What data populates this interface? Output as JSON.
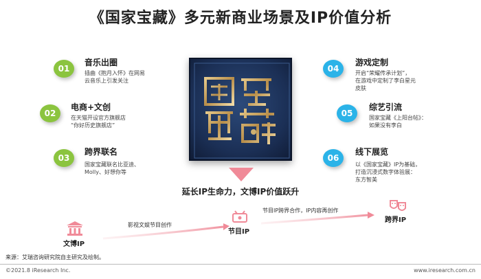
{
  "title": "《国家宝藏》多元新商业场景及IP价值分析",
  "left_items": [
    {
      "num": "01",
      "title": "音乐出圈",
      "desc": [
        "插曲《抱月入怀》在网易",
        "云音乐上引发关注"
      ]
    },
    {
      "num": "02",
      "title": "电商+文创",
      "desc": [
        "在天猫开设官方旗舰店",
        "“你好历史旗舰店”"
      ]
    },
    {
      "num": "03",
      "title": "跨界联名",
      "desc": [
        "国家宝藏联名比亚迪、",
        "Molly、好想你等"
      ]
    }
  ],
  "right_items": [
    {
      "num": "04",
      "title": "游戏定制",
      "desc": [
        "开启“荣耀传承计划”，",
        "在游戏中定制了李白星元",
        "皮肤"
      ]
    },
    {
      "num": "05",
      "title": "综艺引流",
      "desc": [
        "国家宝藏《上阳台帖》：",
        "如果没有李白"
      ]
    },
    {
      "num": "06",
      "title": "线下展览",
      "desc": [
        "以《国家宝藏》IP为基础，",
        "打造沉浸式数字体验展：",
        "东方智美"
      ]
    }
  ],
  "slogan": "延长IP生命力，文博IP价值跃升",
  "flow": {
    "nodes": [
      "文博IP",
      "节目IP",
      "跨界IP"
    ],
    "edge1_label": "影视文娱节目创作",
    "edge2_label": "节目IP跨界合作，IP内容再创作"
  },
  "source": "来源：艾瑞咨询研究院自主研究及绘制。",
  "copyright": "©2021.8 iResearch Inc.",
  "website": "www.iresearch.com.cn",
  "colors": {
    "green": "#8bc43f",
    "blue": "#2bb3e8",
    "accent_pink": "#f08a98",
    "logo_blue": "#1b2f55"
  }
}
